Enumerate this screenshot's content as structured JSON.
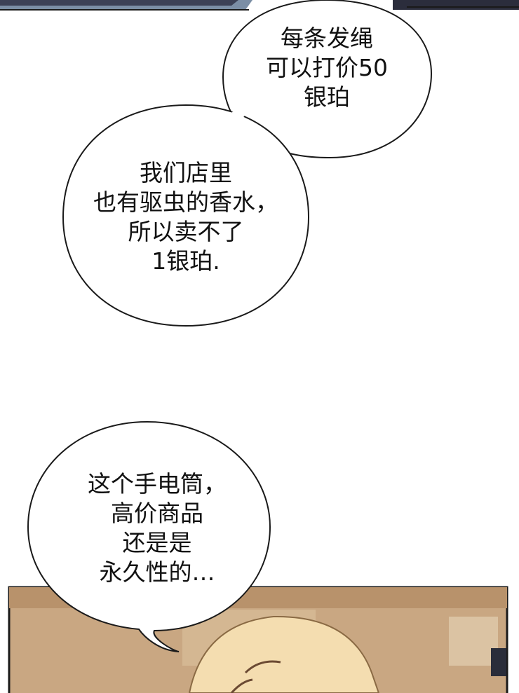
{
  "panels": {
    "bubble_1": {
      "text": "每条发绳\n可以打价50\n银珀"
    },
    "bubble_2": {
      "text": "我们店里\n也有驱虫的香水，\n所以卖不了\n1银珀."
    },
    "bubble_3": {
      "text": "这个手电筒，\n高价商品\n还是是\n永久性的…"
    }
  },
  "colors": {
    "background": "#ffffff",
    "bubble_fill": "#ffffff",
    "bubble_stroke": "#1a1a1a",
    "top_panel": "#2b2d3c",
    "wall": "#c9a782",
    "hair": "#f4ddb0"
  }
}
